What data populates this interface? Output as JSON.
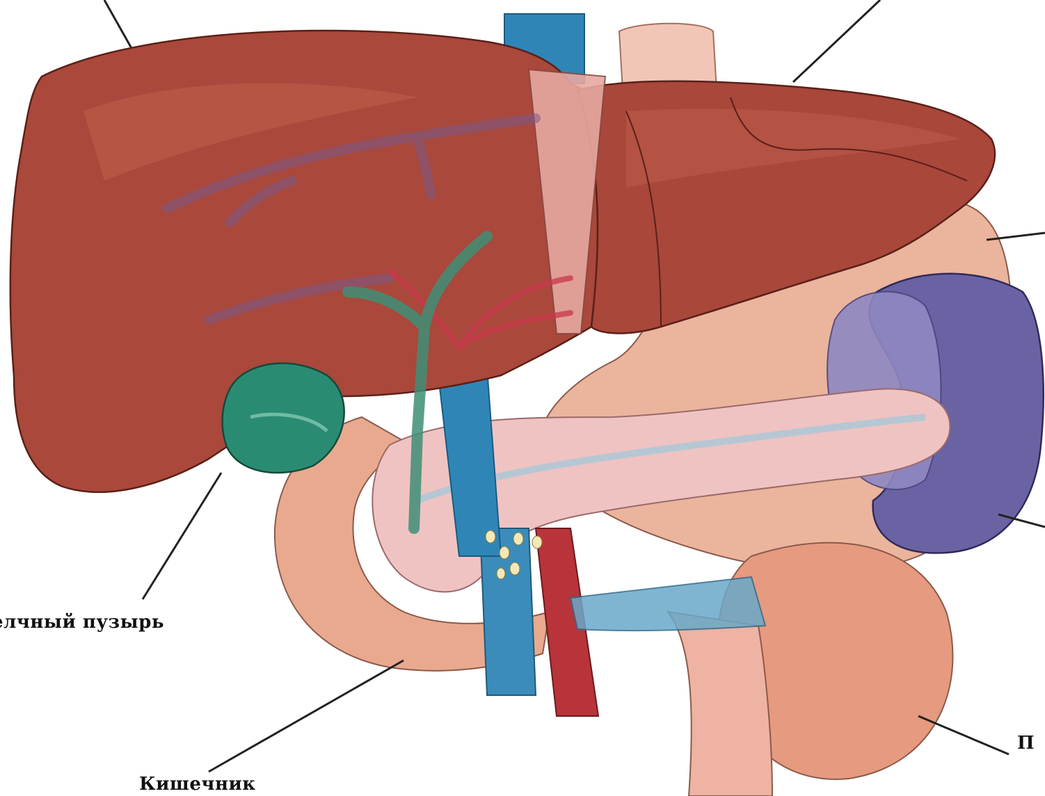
{
  "labels": {
    "gallbladder": "елчный пузырь",
    "intestine": "Кишечник",
    "right_partial": "П"
  },
  "colors": {
    "liver": "#a8463a",
    "liver_light": "#c56a55",
    "vein_blue": "#2a7fae",
    "artery_red": "#b8343a",
    "gallbladder": "#2d8a73",
    "pancreas": "#eab9b8",
    "spleen": "#5b5490",
    "stomach": "#e7a58c",
    "duodenum": "#e8a68f",
    "bile_green": "#3f8f76"
  }
}
